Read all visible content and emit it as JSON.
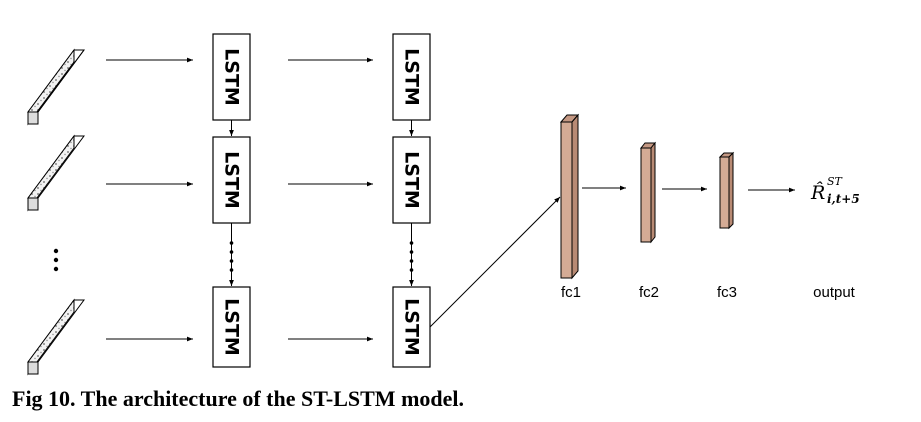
{
  "lstm_label": "LSTM",
  "fc_layers": [
    {
      "label": "fc1"
    },
    {
      "label": "fc2"
    },
    {
      "label": "fc3"
    }
  ],
  "output": {
    "label": "output",
    "symbol": "R̂",
    "superscript": "ST",
    "subscript": "i,t+5"
  },
  "caption": "Fig 10.  The architecture of the ST-LSTM model.",
  "colors": {
    "fc_fill": "#d4ab95",
    "fc_side": "#b88a74",
    "line": "#000000"
  }
}
